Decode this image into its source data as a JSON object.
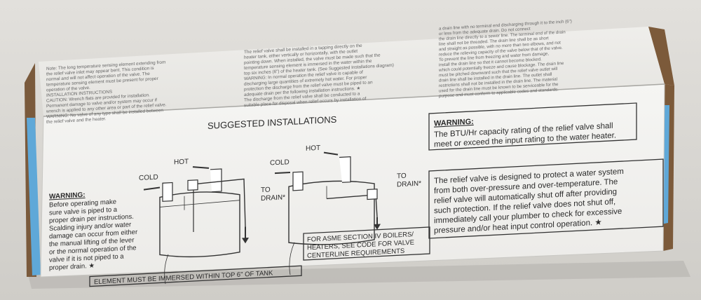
{
  "panel": {
    "heading": "SUGGESTED INSTALLATIONS",
    "left_warning": {
      "title": "WARNING:",
      "lines": [
        "Before operating make",
        "sure valve is piped to a",
        "proper drain per instructions.",
        "Scalding injury and/or water",
        "damage can occur from either",
        "the manual lifting of the lever",
        "or the normal operation of the",
        "valve if it is not piped to a",
        "proper drain. ★"
      ]
    },
    "diagram1": {
      "hot": "HOT",
      "cold": "COLD",
      "to": "TO",
      "drain": "DRAIN*"
    },
    "diagram2": {
      "hot": "HOT",
      "cold": "COLD",
      "to": "TO",
      "drain": "DRAIN*"
    },
    "element_note": "ELEMENT MUST BE IMMERSED WITHIN TOP 6\" OF TANK",
    "asme_note": [
      "FOR ASME SECTION IV BOILERS/",
      "HEATERS, SEE CODE FOR VALVE",
      "CENTERLINE REQUIREMENTS"
    ],
    "right_warning": {
      "title": "WARNING:",
      "lines": [
        "The BTU/Hr capacity rating of the relief valve shall",
        "meet or exceed the input rating to the water heater."
      ]
    },
    "relief_text": [
      "The relief valve is designed to protect a water system",
      "from both over-pressure and over-temperature.  The",
      "relief valve will automatically shut off after providing",
      "such protection.  If the relief valve does not shut off,",
      "immediately call your plumber to check for excessive",
      "pressure and/or heat input control operation. ★"
    ]
  },
  "top_flap": {
    "col1": [
      "Note: The long temperature sensing element extending from",
      "the relief valve inlet may appear bent. This condition is",
      "normal and will not affect operation of the valve. The",
      "temperature sensing element must be present for proper",
      "operation of the valve.",
      "INSTALLATION INSTRUCTIONS",
      "CAUTION: Wrench flats are provided for installation.",
      "Permanent damage to valve and/or system may occur if",
      "wrench is applied to any other area or part of the relief valve.",
      "WARNING: No valve of any type shall be installed between",
      "the relief valve and the heater."
    ],
    "col2": [
      "The relief valve shall be installed in a tapping directly on the",
      "heater tank, either vertically or horizontally, with the outlet",
      "pointing down. When installed, the valve must be made such that the",
      "temperature sensing element is immersed in the water within the",
      "top six inches (6\") of the heater tank. (See Suggested Installations diagram)",
      "WARNING: In normal operation the relief valve is capable of",
      "discharging large quantities of extremely hot water. For proper",
      "protection the discharge from the relief valve must be piped to an",
      "adequate drain per the following installation instructions. ★",
      "The discharge from the relief valve shall be conducted to a",
      "suitable place for disposal when relief occurs by installation of"
    ],
    "col3": [
      "a drain line with no terminal end discharging through it to the inch (6\")",
      "or less from the adequate drain. Do not connect",
      "the drain line directly to a sewer line. The terminal end of the drain",
      "line shall not be threaded. The drain line shall be as short",
      "and straight as possible, with no more than two elbows, and not",
      "reduce the relieving capacity of the valve below that of the valve.",
      "To prevent the line from freezing and water from damage,",
      "install the drain line so that it cannot become blocked.",
      "which could potentially freeze and cause blockage. The drain line",
      "must be pitched downward such that the relief valve outlet will",
      "drain line shall be installed in the drain line. The outlet shall",
      "restrictions shall not be installed in the drain line. The material",
      "used for the drain line must be known to be serviceable for the",
      "purpose and must conform to applicable codes and standards."
    ]
  }
}
